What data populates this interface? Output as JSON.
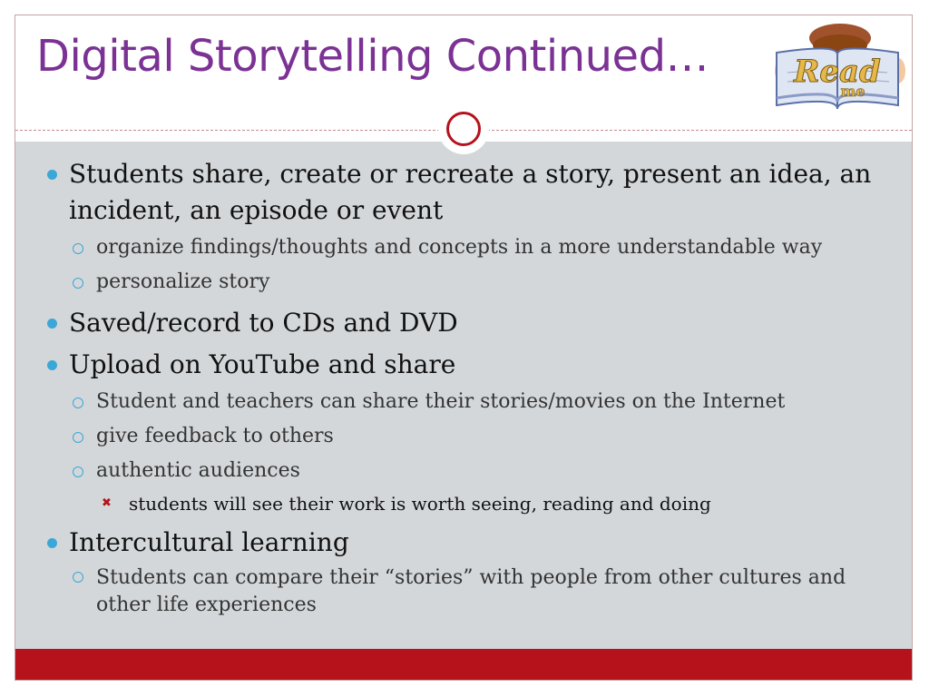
{
  "slide": {
    "title": "Digital Storytelling Continued…",
    "logo": {
      "icon": "read-me-book-icon",
      "text_main": "Read",
      "text_sub": "me"
    },
    "colors": {
      "title": "#7b3294",
      "accent": "#b5121b",
      "bullet": "#3aa7d6",
      "content_bg": "#d4d7da"
    }
  },
  "bullets": [
    {
      "text": "Students share, create or recreate a story, present an idea, an incident, an episode or event",
      "children": [
        {
          "text": "organize findings/thoughts and concepts in a more understandable way"
        },
        {
          "text": "personalize story"
        }
      ]
    },
    {
      "text": "Saved/record to CDs and DVD"
    },
    {
      "text": "Upload on YouTube and share",
      "children": [
        {
          "text": "Student and teachers can share their stories/movies on the Internet"
        },
        {
          "text": "give feedback to others"
        },
        {
          "text": "authentic audiences",
          "children": [
            {
              "text": "students will see their work is worth seeing, reading and doing"
            }
          ]
        }
      ]
    },
    {
      "text": "Intercultural learning",
      "children": [
        {
          "text": "Students can compare their “stories” with people from other cultures and other life experiences"
        }
      ]
    }
  ]
}
